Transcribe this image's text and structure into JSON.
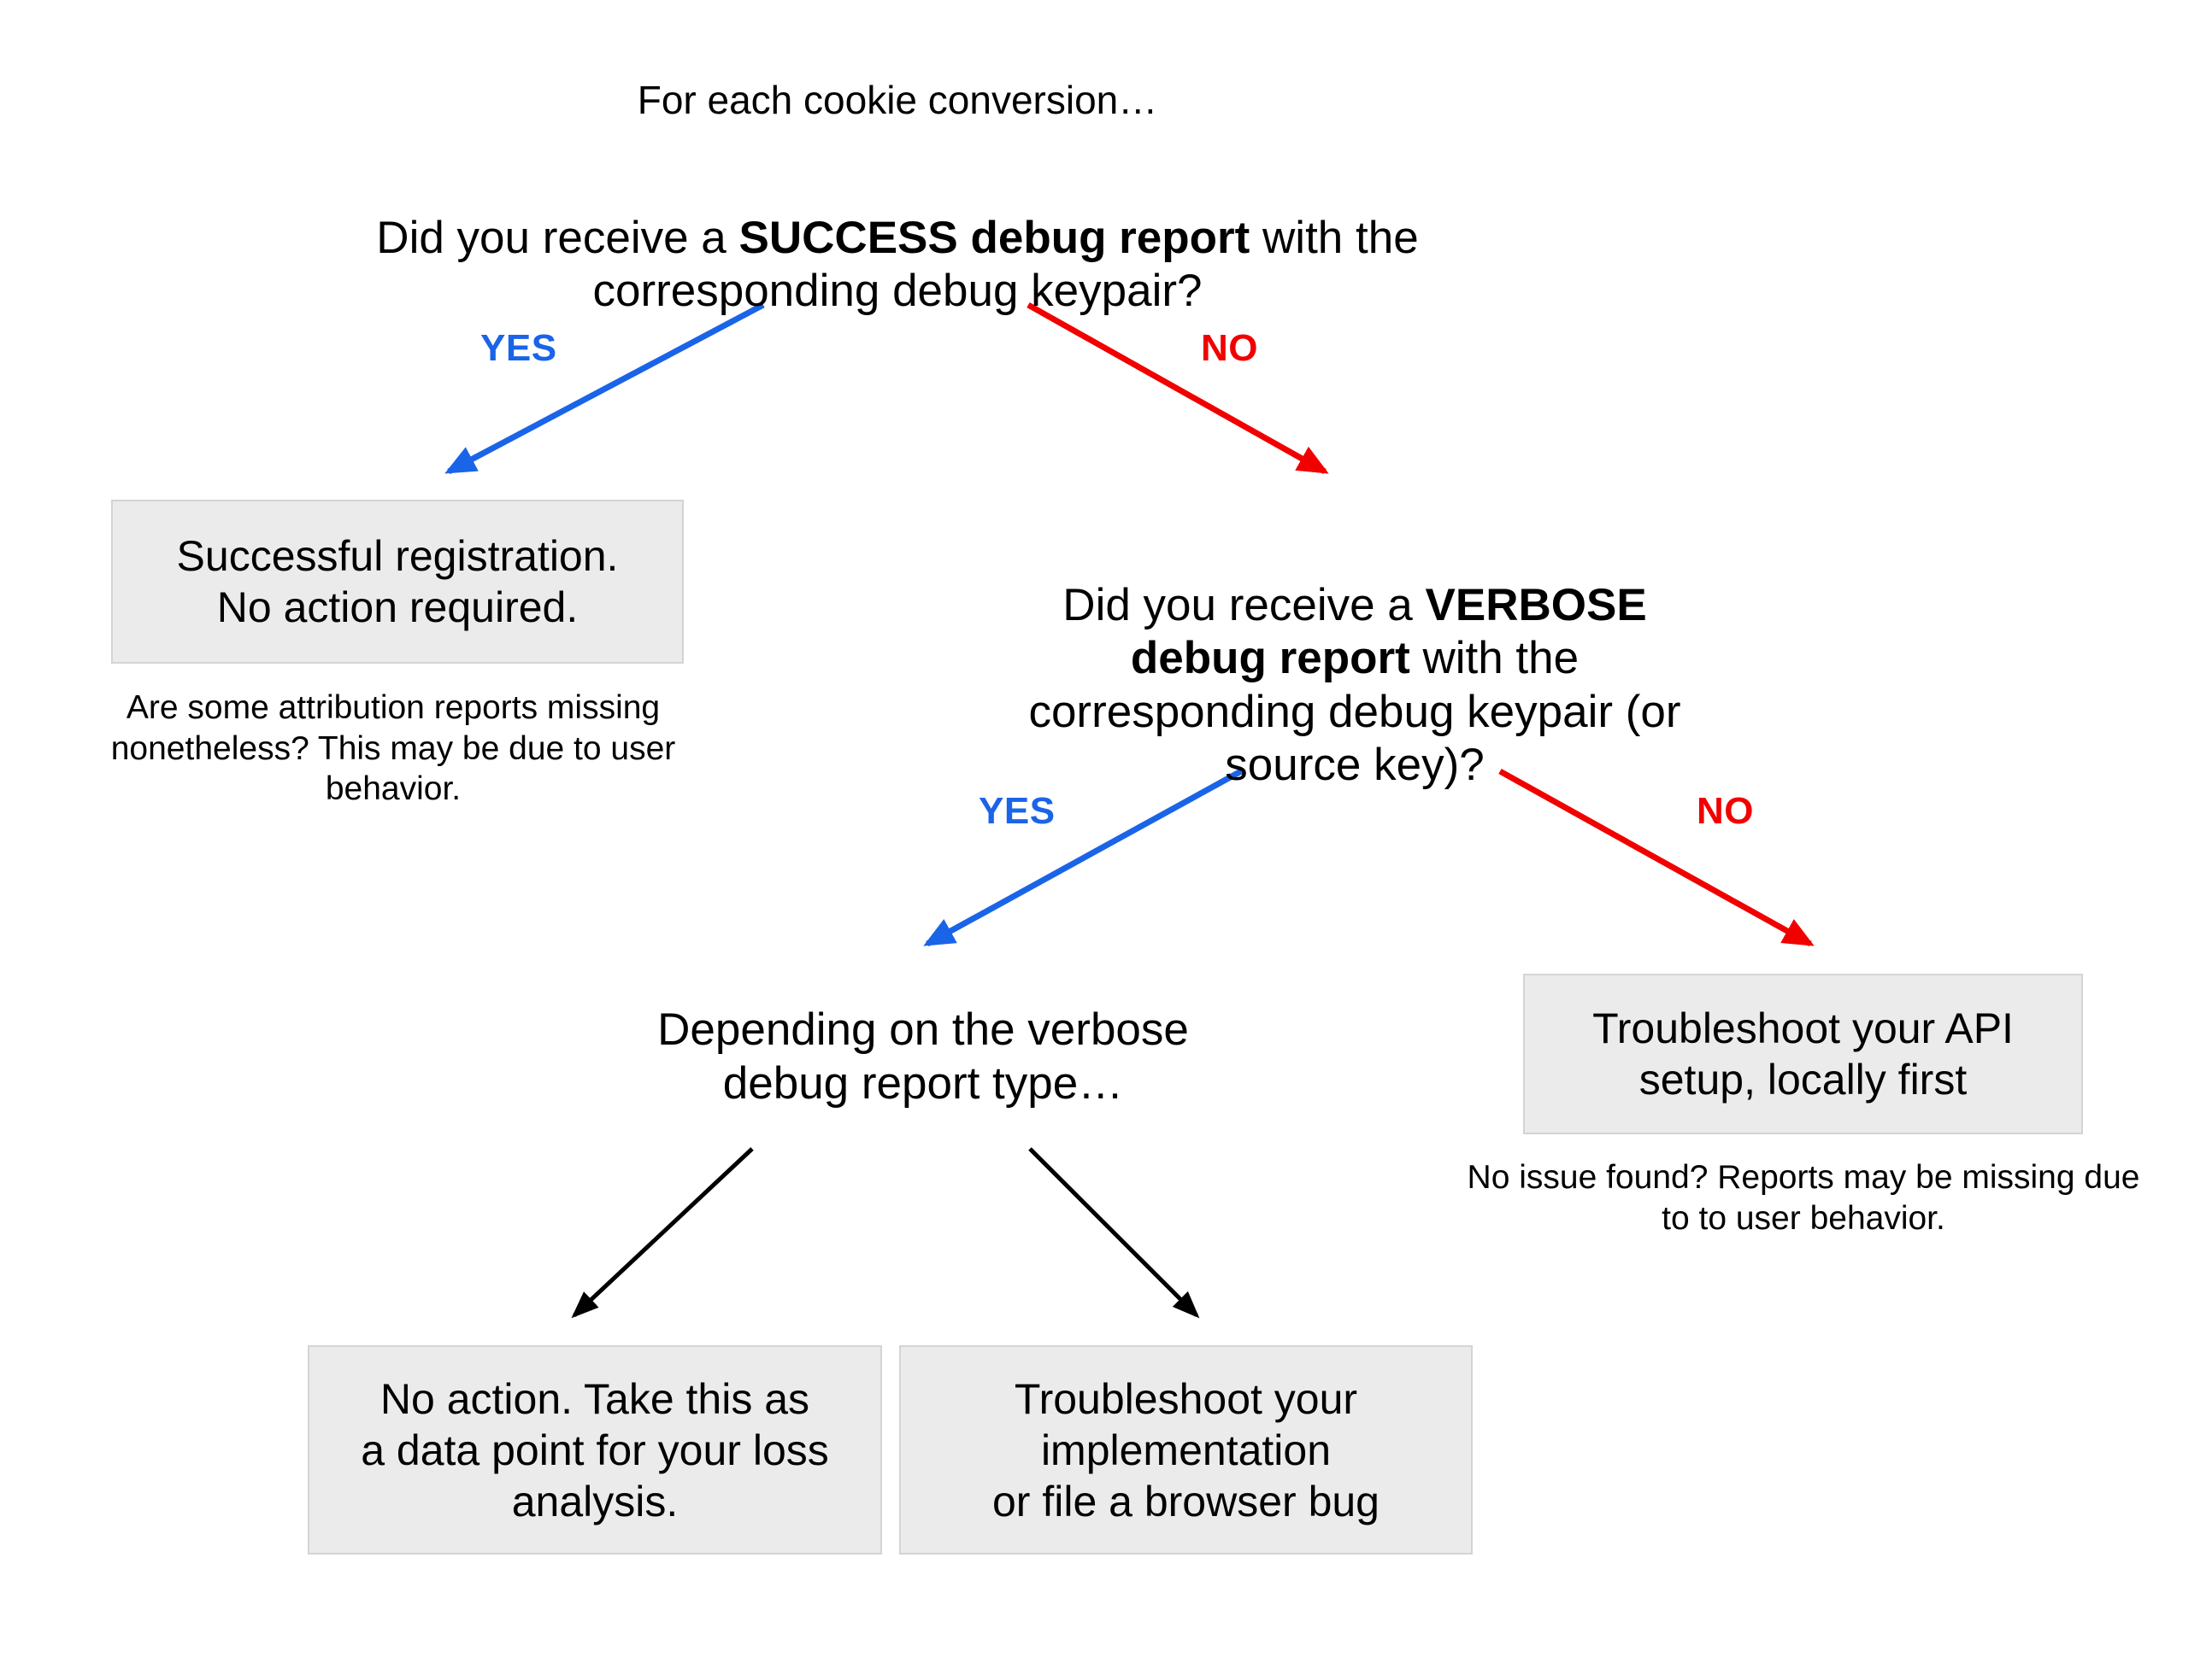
{
  "diagram": {
    "title": "For each cookie conversion…",
    "colors": {
      "yes": "#1a64e8",
      "no": "#f20000",
      "box_fill": "#ebebeb",
      "box_border": "#d4d4d4",
      "neutral_arrow": "#000000",
      "background": "#ffffff"
    },
    "nodes": {
      "intro": {
        "text": "For each cookie conversion…"
      },
      "question_success": {
        "prefix": "Did you receive a ",
        "emphasis": "SUCCESS debug report",
        "suffix": " with the corresponding debug keypair?"
      },
      "box_success": {
        "text": "Successful registration.\nNo action required."
      },
      "caption_success": {
        "text": "Are some attribution reports missing nonetheless? This may be due to user behavior."
      },
      "question_verbose": {
        "prefix": "Did you receive a ",
        "emphasis": "VERBOSE debug report",
        "suffix": " with the corresponding debug keypair (or source key)?"
      },
      "box_api": {
        "text": "Troubleshoot your API\nsetup, locally first"
      },
      "caption_api": {
        "text": "No issue found? Reports may be missing due to to user behavior."
      },
      "depending": {
        "text": "Depending on the verbose\ndebug report type…"
      },
      "box_no_action": {
        "text": "No action. Take this as\na data point for your loss\nanalysis."
      },
      "box_troubleshoot_impl": {
        "text": "Troubleshoot your\nimplementation\nor file a browser bug"
      }
    },
    "edges": [
      {
        "id": "e1",
        "label": "YES",
        "kind": "yes",
        "from": "question_success",
        "to": "box_success"
      },
      {
        "id": "e2",
        "label": "NO",
        "kind": "no",
        "from": "question_success",
        "to": "question_verbose"
      },
      {
        "id": "e3",
        "label": "YES",
        "kind": "yes",
        "from": "question_verbose",
        "to": "depending"
      },
      {
        "id": "e4",
        "label": "NO",
        "kind": "no",
        "from": "question_verbose",
        "to": "box_api"
      },
      {
        "id": "e5",
        "label": "",
        "kind": "neutral",
        "from": "depending",
        "to": "box_no_action"
      },
      {
        "id": "e6",
        "label": "",
        "kind": "neutral",
        "from": "depending",
        "to": "box_troubleshoot_impl"
      }
    ],
    "edge_labels": {
      "yes_1": "YES",
      "no_1": "NO",
      "yes_2": "YES",
      "no_2": "NO"
    }
  }
}
